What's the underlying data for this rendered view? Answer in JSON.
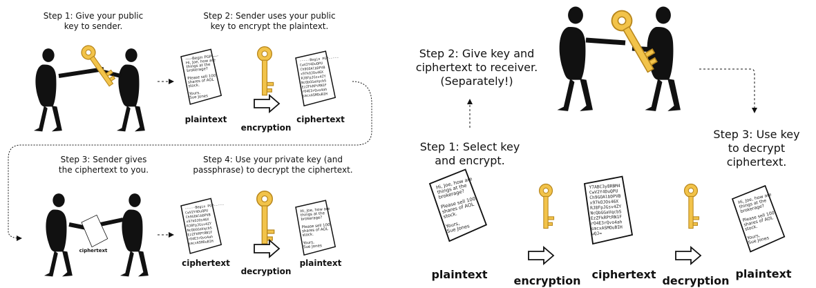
{
  "left": {
    "step1": "Step 1: Give your public\nkey to sender.",
    "step2": "Step 2: Sender uses your public\nkey to encrypt the plaintext.",
    "step3": "Step 3: Sender gives\nthe ciphertext to you.",
    "step4": "Step 4: Use your private key (and\npassphrase) to decrypt the ciphertext.",
    "row1": {
      "plaintext": "plaintext",
      "encryption": "encryption",
      "ciphertext": "ciphertext"
    },
    "row2": {
      "ciphertext": "ciphertext",
      "decryption": "decryption",
      "plaintext": "plaintext"
    },
    "handoff_label": "ciphertext"
  },
  "right": {
    "step2": "Step 2: Give key and\nciphertext to receiver.\n(Separately!)",
    "step1": "Step 1: Select key\nand encrypt.",
    "step3": "Step 3: Use key\nto decrypt\nciphertext.",
    "labels": {
      "plaintext1": "plaintext",
      "encryption": "encryption",
      "ciphertext": "ciphertext",
      "decryption": "decryption",
      "plaintext2": "plaintext"
    }
  },
  "letter_lines": [
    "Hi, Joe, how are",
    "things at the",
    "brokerage?",
    "",
    "Please sell 100",
    "shares of AOL",
    "stock.",
    "",
    "Yours,",
    "Sue Jones"
  ],
  "letter_lines_small": [
    "-----Begin PGP-----",
    "Hi, Joe, how are",
    "things at the",
    "brokerage?",
    "",
    "Please sell 100",
    "shares of AOL",
    "stock.",
    "",
    "Yours,",
    "Sue Jones"
  ],
  "cipher_lines": [
    "Y7ABC3y8RBM4",
    "CwV2Y4DuQPU",
    "Ch9GOAlbDPVB",
    "x97kOJOs46X",
    "RJ8FpJGsv4ZY",
    "NcQbGGaVqcbS",
    "EzZFkRPtRN1F",
    "rO4E3rQvo4ah",
    "smcxASMOuBIH",
    "wQJ="
  ],
  "cipher_lines_small": [
    "-----Begin PGP-----",
    "CwV2Y4DuQPU",
    "Ch9GOAlbDPVB",
    "x97kOJOs46X",
    "RJ8FpJGsv4ZY",
    "NcQbGGaVqcbS",
    "EzZFkRPtRN1F",
    "rO4E3rQvo4ah",
    "smcxASMOuBIH"
  ],
  "colors": {
    "key": "#f2c34a",
    "key_stroke": "#b8871d",
    "figure": "#111111"
  }
}
